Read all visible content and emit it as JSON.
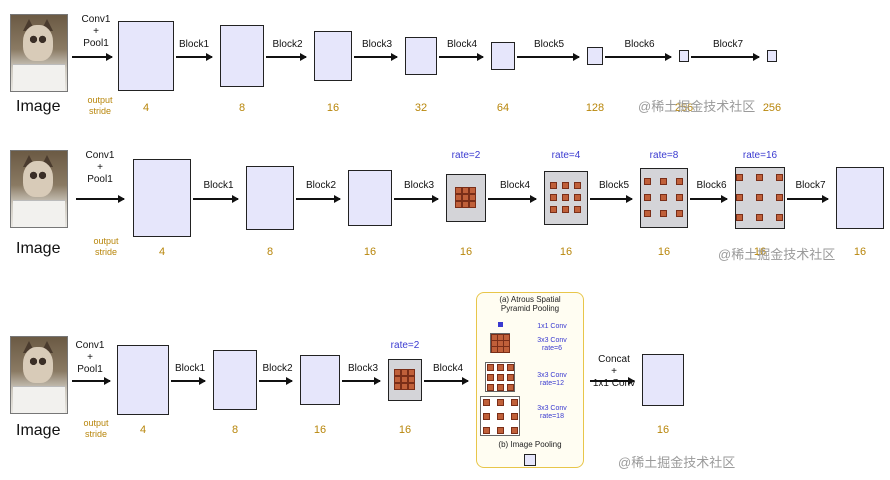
{
  "rows": [
    {
      "image_label": "Image",
      "first_label": "Conv1\n+\nPool1",
      "stride_label": "output\nstride",
      "blocks": [
        "Block1",
        "Block2",
        "Block3",
        "Block4",
        "Block5",
        "Block6",
        "Block7"
      ],
      "strides": [
        "4",
        "8",
        "16",
        "32",
        "64",
        "128",
        "256",
        "256"
      ],
      "rates": []
    },
    {
      "image_label": "Image",
      "first_label": "Conv1\n+\nPool1",
      "stride_label": "output\nstride",
      "blocks": [
        "Block1",
        "Block2",
        "Block3",
        "Block4",
        "Block5",
        "Block6",
        "Block7"
      ],
      "strides": [
        "4",
        "8",
        "16",
        "16",
        "16",
        "16",
        "16",
        "16"
      ],
      "rates": [
        "rate=2",
        "rate=4",
        "rate=8",
        "rate=16"
      ]
    },
    {
      "image_label": "Image",
      "first_label": "Conv1\n+\nPool1",
      "stride_label": "output\nstride",
      "blocks": [
        "Block1",
        "Block2",
        "Block3",
        "Block4"
      ],
      "strides": [
        "4",
        "8",
        "16",
        "16",
        "16"
      ],
      "rates": [
        "rate=2"
      ],
      "aspp": {
        "title": "(a) Atrous Spatial\nPyramid Pooling",
        "items": [
          "1x1 Conv",
          "3x3 Conv\nrate=6",
          "3x3 Conv\nrate=12",
          "3x3 Conv\nrate=18"
        ],
        "pool_title": "(b) Image Pooling"
      },
      "concat_label": "Concat\n+\n1x1 Conv"
    }
  ],
  "watermark": "@稀土掘金技术社区"
}
